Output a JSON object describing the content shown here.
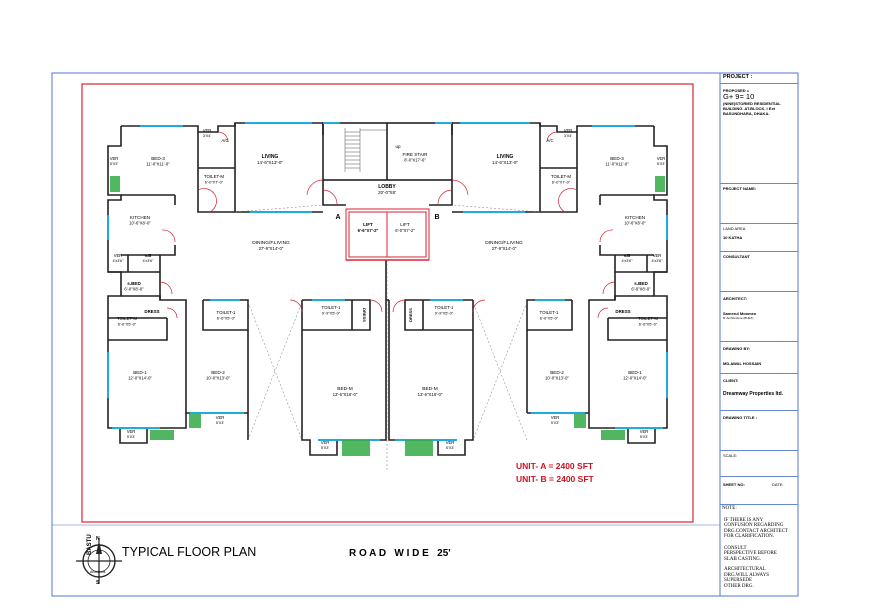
{
  "rooms": {
    "left": {
      "bed3": {
        "name": "BED-3",
        "dim": "11'-0\"X11'-0\""
      },
      "ver_a": {
        "name": "VER",
        "dim": "3'X4'"
      },
      "ac": "A/C",
      "living": {
        "name": "LIVING",
        "dim": "14'-6\"X13'-0\""
      },
      "ver_b": {
        "name": "VER",
        "dim": "5'X3'"
      },
      "toilet_m": {
        "name": "TOILET-M",
        "dim": "6'-0\"X7'-0\""
      },
      "kitchen": {
        "name": "KITCHEN",
        "dim": "10'-6\"X8'-0\""
      },
      "ver_c": {
        "name": "VER",
        "dim": "4'x3'6\""
      },
      "sb": {
        "name": "s.B",
        "dim": "4'x3'6\""
      },
      "sbed": {
        "name": "s.BED",
        "dim": "6'-0\"X8'-0\""
      },
      "toilet_m2": {
        "name": "TOILET-M",
        "dim": "6'-6\"X5'-0\""
      },
      "dress": "DRESS",
      "toilet1": {
        "name": "TOILET-1",
        "dim": "6'-6\"X5'-0\""
      },
      "bed1": {
        "name": "BED-1",
        "dim": "12'-0\"X14'-0\""
      },
      "bed2": {
        "name": "BED-2",
        "dim": "10'-0\"X13'-0\""
      },
      "ver_d": {
        "name": "VER",
        "dim": "5'X3'"
      },
      "ver_e": {
        "name": "VER",
        "dim": "5'X3'"
      },
      "toilet1m": {
        "name": "TOILET-1",
        "dim": "9'-9\"X5'-0\""
      },
      "dress2": "DRESS",
      "bedm": {
        "name": "BED-M",
        "dim": "13'-6\"X16'-0\""
      },
      "ver_f": {
        "name": "VER",
        "dim": "5'X3'"
      },
      "dining": {
        "name": "DINING/F.LIVING",
        "dim": "27'-9\"X14'-0\""
      }
    },
    "right": {
      "bed3": {
        "name": "BED-3",
        "dim": "11'-0\"X11'-0\""
      },
      "ver_a": {
        "name": "VER",
        "dim": "3'X4'"
      },
      "ac": "A/C",
      "living": {
        "name": "LIVING",
        "dim": "14'-6\"X13'-0\""
      },
      "ver_b": {
        "name": "VER",
        "dim": "5'X3'"
      },
      "toilet_m": {
        "name": "TOILET-M",
        "dim": "6'-0\"X7'-0\""
      },
      "kitchen": {
        "name": "KITCHEN",
        "dim": "10'-6\"X8'-0\""
      },
      "ver_c": {
        "name": "VER",
        "dim": "4'x3'6\""
      },
      "sb": {
        "name": "s.B",
        "dim": "4'x3'6\""
      },
      "sbed": {
        "name": "s.BED",
        "dim": "6'-0\"X8'-0\""
      },
      "toilet_m2": {
        "name": "TOILET-M",
        "dim": "6'-6\"X5'-0\""
      },
      "dress": "DRESS",
      "toilet1": {
        "name": "TOILET-1",
        "dim": "6'-6\"X5'-0\""
      },
      "bed1": {
        "name": "BED-1",
        "dim": "12'-0\"X14'-0\""
      },
      "bed2": {
        "name": "BED-2",
        "dim": "10'-0\"X13'-0\""
      },
      "ver_d": {
        "name": "VER",
        "dim": "5'X3'"
      },
      "ver_e": {
        "name": "VER",
        "dim": "5'X3'"
      },
      "toilet1m": {
        "name": "TOILET-1",
        "dim": "9'-9\"X5'-0\""
      },
      "dress2": "DRESS",
      "bedm": {
        "name": "BED-M",
        "dim": "13'-6\"X16'-0\""
      },
      "ver_f": {
        "name": "VER",
        "dim": "5'X3'"
      },
      "dining": {
        "name": "DINING/F.LIVING",
        "dim": "27'-9\"X14'-0\""
      }
    },
    "core": {
      "up": "up",
      "fire_stair": {
        "name": "FIRE STAIR",
        "dim": "8'-0\"X17'-6\""
      },
      "lobby": {
        "name": "LOBBY",
        "dim": "20'-0\"X8'"
      },
      "lift1": {
        "name": "LIFT",
        "dim": "6'-6\"X7'-2\""
      },
      "lift2": {
        "name": "LIFT",
        "dim": "6'-0\"X7'-2\""
      },
      "unit_a": "A",
      "unit_b": "B"
    }
  },
  "labels": {
    "unit_a_area": "UNIT- A = 2400 SFT",
    "unit_b_area": "UNIT- B = 2400 SFT",
    "plan_title": "TYPICAL FLOOR PLAN",
    "road": "R O A D   W I D E   25'",
    "compass_n": "N",
    "compass_s": "S",
    "logo_text": "BASTU",
    "logo_sub": "Architects"
  },
  "sidebar": {
    "project_h": "PROJECT :",
    "proposed": "PROPOSED =",
    "storey": "G+ 9= 10",
    "desc1": "(NINE)STORIED RESIDENTIAL",
    "desc2": "BUILDING. AT.BLOCK. I Ext",
    "desc3": "BASUNDHARA, DHAKA.",
    "project_name_h": "PROJECT NAME:",
    "land_area_h": "LAND AREA",
    "land_area_v": "10 KATHA",
    "consultant_h": "CONSULTANT",
    "architect_h": "ARCHITECT:",
    "architect_v": "Samerul Moomen",
    "architect_sub": "B. Architecture (BUET)",
    "drawn_by_h": "DRAWING BY:",
    "drawn_by_v": "MD.AWAL HOSSAIN",
    "client_h": "CLIENT:",
    "client_v": "Dreamway Properties ltd.",
    "drawing_title_h": "DRAWING TITLE :",
    "scale_h": "SCALE:",
    "sheet_h": "SHEET NO:",
    "date_h": "DATE:",
    "note_h": "NOTE:",
    "note1": "IF THERE IS ANY",
    "note2": "CONFUSION REGARDING",
    "note3": "DRG.CONTACT ARCHITECT",
    "note4": "FOR CLARIFICATION.",
    "note5": "CONSULT",
    "note6": "PERSPECTIVE BEFORE",
    "note7": "SLAB CASTING.",
    "note8": "ARCHITECTURAL",
    "note9": "DRG.WILL ALWAYS",
    "note10": "SUPERSEDE",
    "note11": "OTHER DRG."
  },
  "colors": {
    "border": "#5577cc",
    "site_line": "#dd2233",
    "wall": "#222222",
    "window": "#22aadd",
    "door": "#cc2233",
    "green": "#33aa44",
    "unit_text": "#cc1122"
  }
}
